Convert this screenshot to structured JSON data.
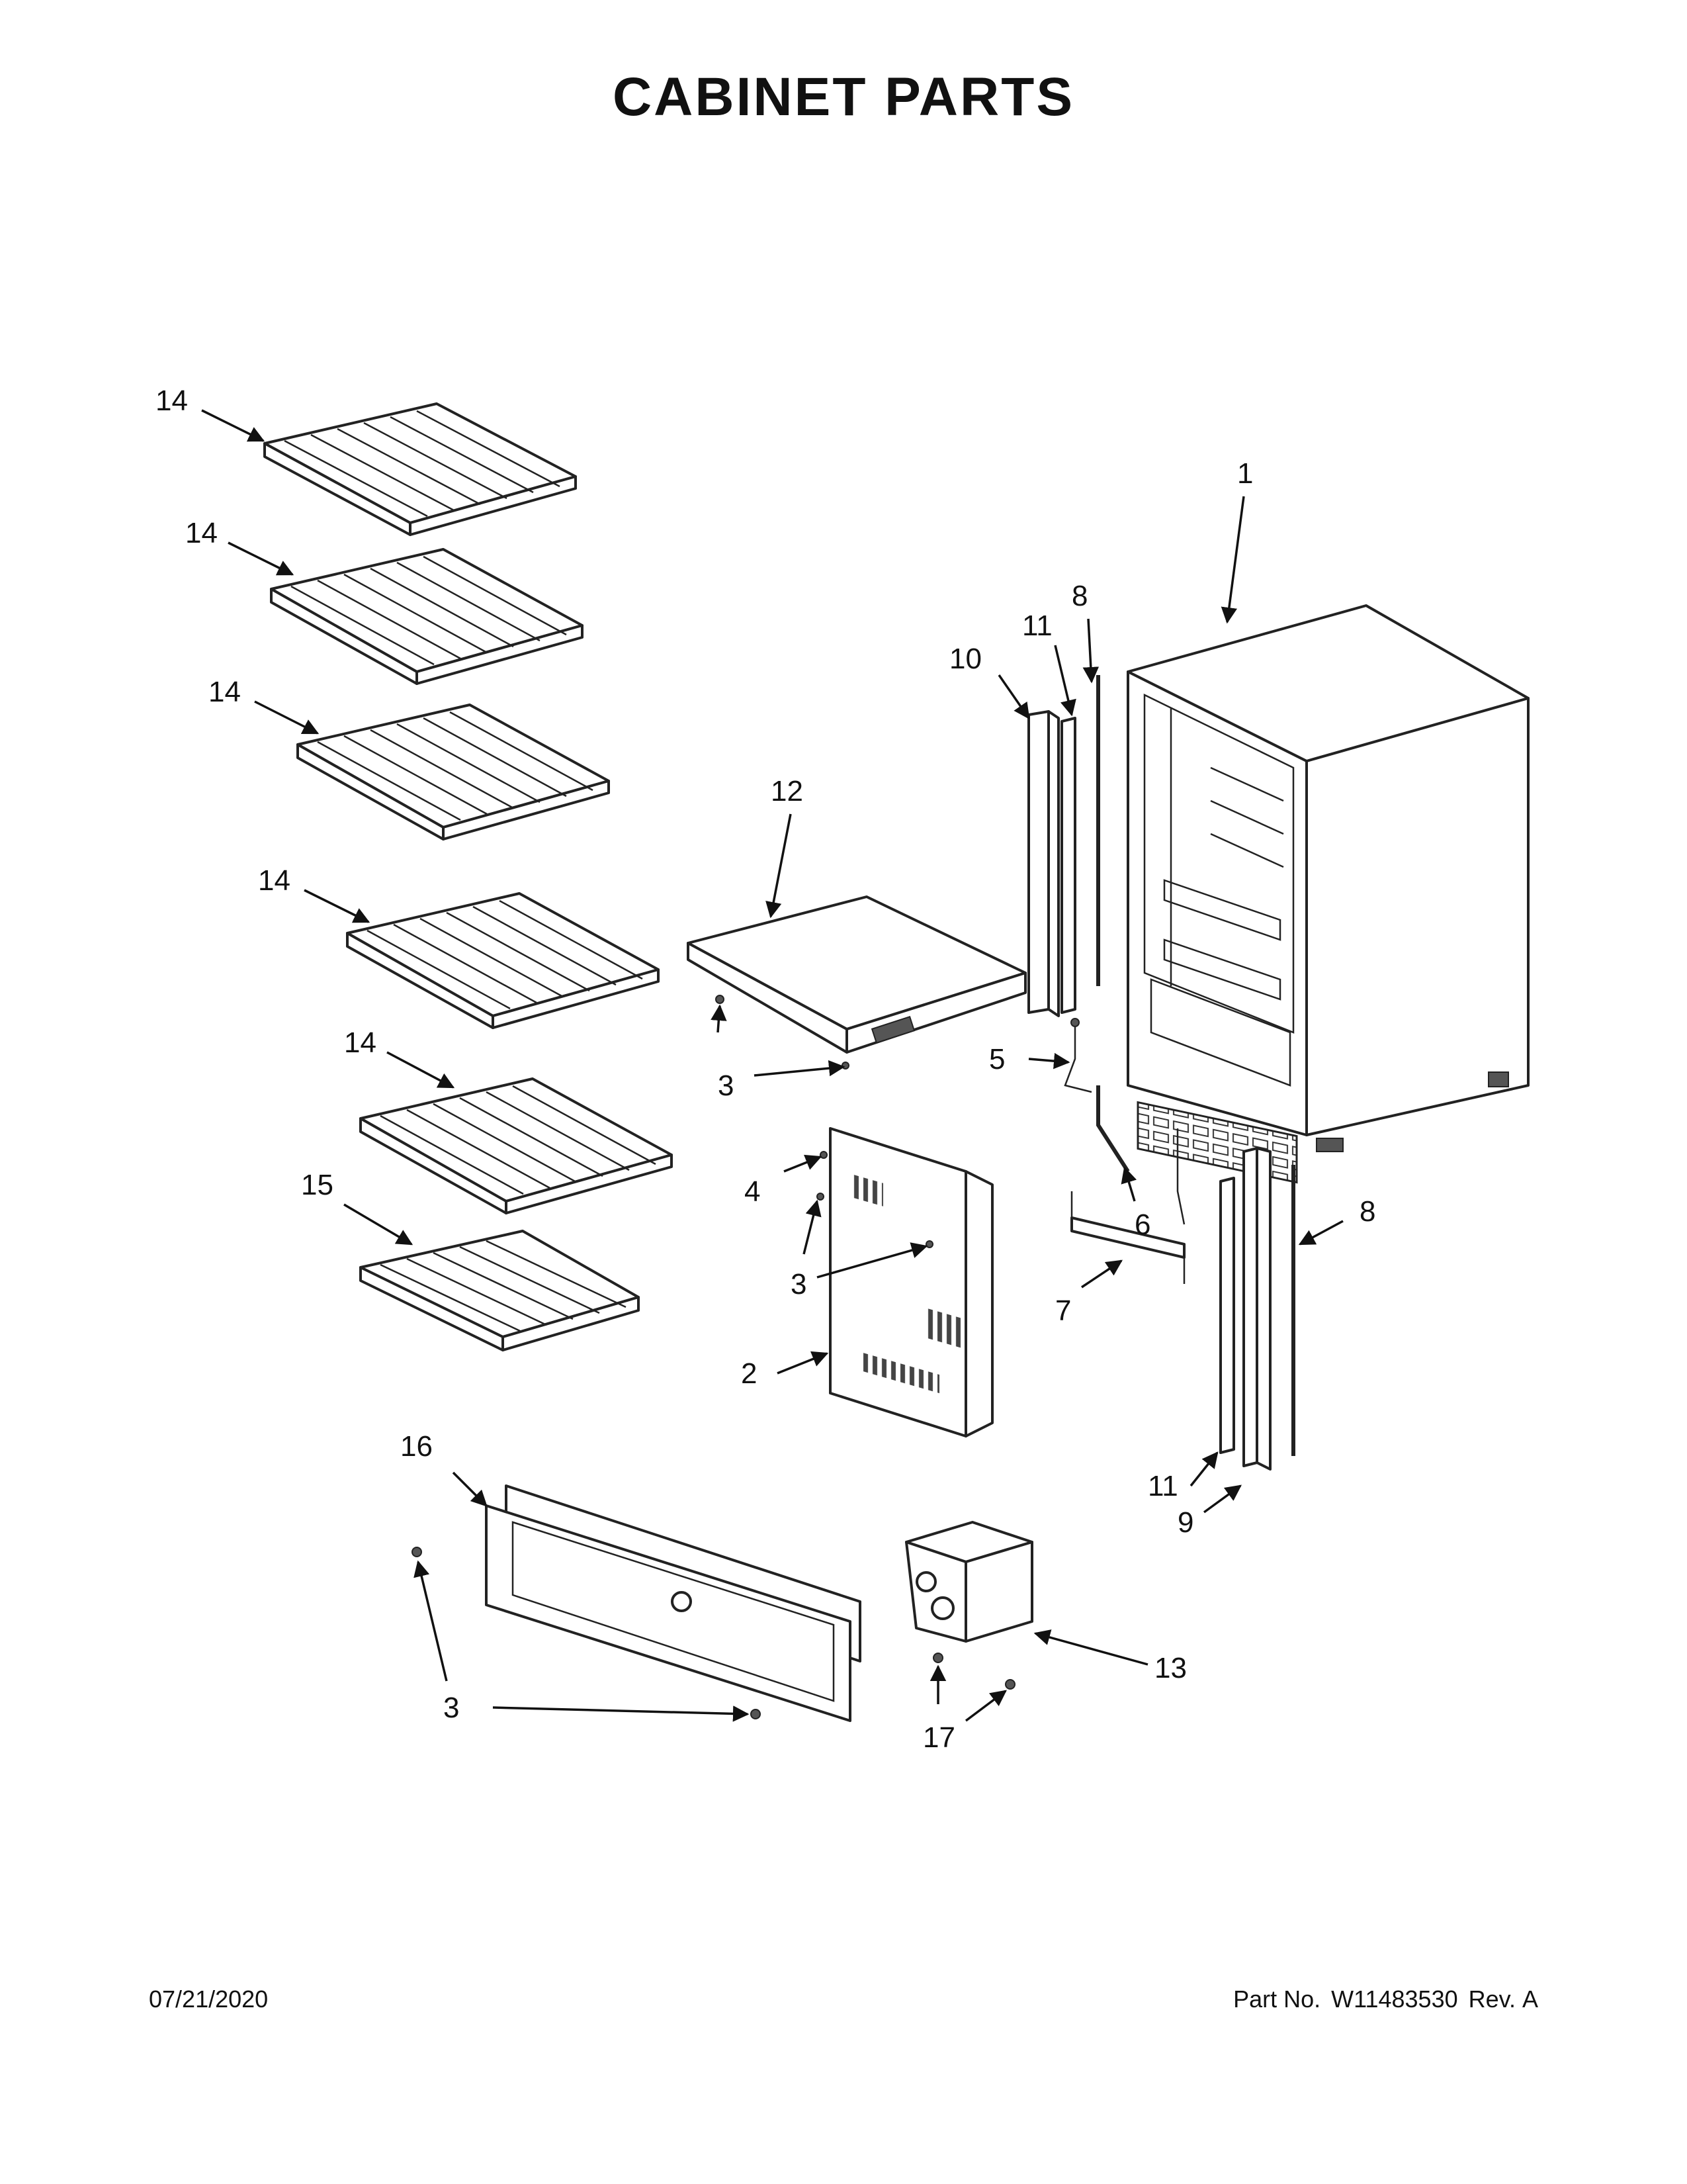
{
  "title": "CABINET PARTS",
  "footer": {
    "date": "07/21/2020",
    "part_no_label": "Part No.",
    "part_no": "W11483530",
    "rev_label": "Rev.",
    "rev": "A"
  },
  "callouts": {
    "c1": "1",
    "c2": "2",
    "c3a": "3",
    "c3b": "3",
    "c3c": "3",
    "c4": "4",
    "c5": "5",
    "c6": "6",
    "c7": "7",
    "c8a": "8",
    "c8b": "8",
    "c9": "9",
    "c10": "10",
    "c11a": "11",
    "c11b": "11",
    "c12": "12",
    "c13": "13",
    "c14a": "14",
    "c14b": "14",
    "c14c": "14",
    "c14d": "14",
    "c14e": "14",
    "c15": "15",
    "c16": "16",
    "c17": "17"
  }
}
